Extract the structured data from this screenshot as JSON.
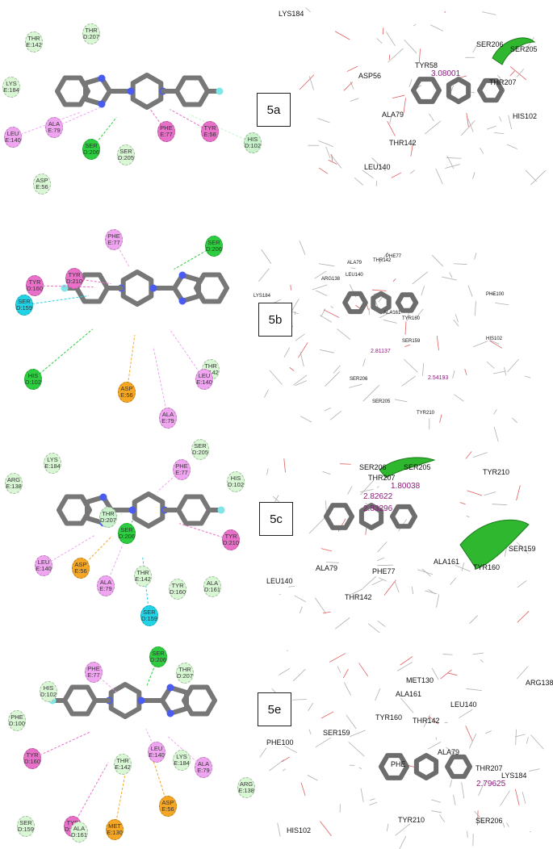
{
  "colors": {
    "conventional_hbond": "#2ecc40",
    "carbon_hbond": "#c9f2cc",
    "pi_alkyl": "#f0a5f0",
    "pi_pi_tshaped": "#e870c8",
    "salt_bridge": "#f5a623",
    "halogen": "#22d3e6",
    "pi_sigma": "#b06ad8",
    "vdw": "#d9f7d4",
    "bond": "#777777",
    "nitrogen": "#4a5cf0",
    "fluorine": "#7fe7e7",
    "distance_label": "#8b1a7b"
  },
  "panels": [
    {
      "tag": "5a",
      "residues2d": [
        {
          "l1": "THR",
          "l2": "E:142",
          "type": "vdw"
        },
        {
          "l1": "THR",
          "l2": "D:207",
          "type": "vdw"
        },
        {
          "l1": "LYS",
          "l2": "E:184",
          "type": "vdw"
        },
        {
          "l1": "LEU",
          "l2": "E:140",
          "type": "pi_alkyl"
        },
        {
          "l1": "ALA",
          "l2": "E:79",
          "type": "pi_alkyl"
        },
        {
          "l1": "SER",
          "l2": "D:206",
          "type": "conventional_hbond"
        },
        {
          "l1": "SER",
          "l2": "D:205",
          "type": "vdw"
        },
        {
          "l1": "PHE",
          "l2": "E:77",
          "type": "pi_pi_tshaped"
        },
        {
          "l1": "TYR",
          "l2": "E:58",
          "type": "pi_pi_tshaped"
        },
        {
          "l1": "HIS",
          "l2": "D:102",
          "type": "carbon_hbond"
        },
        {
          "l1": "ASP",
          "l2": "E:56",
          "type": "vdw"
        }
      ],
      "labels3d": [
        "LYS184",
        "SER206",
        "SER205",
        "TYR58",
        "ASP56",
        "THR207",
        "HIS102",
        "ALA79",
        "THR142",
        "LEU140"
      ],
      "distances": [
        "3.08001"
      ]
    },
    {
      "tag": "5b",
      "residues2d": [
        {
          "l1": "PHE",
          "l2": "E:77",
          "type": "pi_alkyl"
        },
        {
          "l1": "SER",
          "l2": "D:206",
          "type": "conventional_hbond"
        },
        {
          "l1": "TYR",
          "l2": "D:160",
          "type": "pi_pi_tshaped"
        },
        {
          "l1": "TYR",
          "l2": "D:210",
          "type": "pi_pi_tshaped"
        },
        {
          "l1": "SER",
          "l2": "D:159",
          "type": "halogen"
        },
        {
          "l1": "HIS",
          "l2": "D:102",
          "type": "conventional_hbond"
        },
        {
          "l1": "ASP",
          "l2": "E:56",
          "type": "salt_bridge"
        },
        {
          "l1": "THR",
          "l2": "E:142",
          "type": "vdw"
        },
        {
          "l1": "ALA",
          "l2": "E:79",
          "type": "pi_alkyl"
        },
        {
          "l1": "LEU",
          "l2": "E:140",
          "type": "pi_alkyl"
        }
      ],
      "labels3d": [
        "ALA79",
        "THR142",
        "PHE77",
        "ARG138",
        "LEU140",
        "LYS184",
        "ALA161",
        "PHE100",
        "TYR160",
        "SER159",
        "HIS102",
        "SER206",
        "SER205",
        "TYR210"
      ],
      "distances": [
        "2.81137",
        "2.54193"
      ]
    },
    {
      "tag": "5c",
      "residues2d": [
        {
          "l1": "SER",
          "l2": "D:205",
          "type": "vdw"
        },
        {
          "l1": "LYS",
          "l2": "E:184",
          "type": "vdw"
        },
        {
          "l1": "PHE",
          "l2": "E:77",
          "type": "pi_alkyl"
        },
        {
          "l1": "ARG",
          "l2": "E:138",
          "type": "vdw"
        },
        {
          "l1": "HIS",
          "l2": "D:102",
          "type": "vdw"
        },
        {
          "l1": "THR",
          "l2": "D:207",
          "type": "carbon_hbond"
        },
        {
          "l1": "SER",
          "l2": "D:206",
          "type": "conventional_hbond"
        },
        {
          "l1": "TYR",
          "l2": "D:210",
          "type": "pi_pi_tshaped"
        },
        {
          "l1": "LEU",
          "l2": "E:140",
          "type": "pi_alkyl"
        },
        {
          "l1": "ASP",
          "l2": "E:56",
          "type": "salt_bridge"
        },
        {
          "l1": "ALA",
          "l2": "E:79",
          "type": "pi_alkyl"
        },
        {
          "l1": "THR",
          "l2": "E:142",
          "type": "vdw"
        },
        {
          "l1": "TYR",
          "l2": "D:160",
          "type": "vdw"
        },
        {
          "l1": "ALA",
          "l2": "D:161",
          "type": "vdw"
        },
        {
          "l1": "SER",
          "l2": "D:159",
          "type": "halogen"
        }
      ],
      "labels3d": [
        "SER206",
        "SER205",
        "THR207",
        "TYR210",
        "LEU140",
        "ALA79",
        "PHE77",
        "ALA161",
        "SER159",
        "TYR160",
        "THR142"
      ],
      "distances": [
        "1.80038",
        "2.82622",
        "2.83296"
      ]
    },
    {
      "tag": "5e",
      "residues2d": [
        {
          "l1": "SER",
          "l2": "D:206",
          "type": "conventional_hbond"
        },
        {
          "l1": "PHE",
          "l2": "E:77",
          "type": "pi_alkyl"
        },
        {
          "l1": "THR",
          "l2": "D:207",
          "type": "vdw"
        },
        {
          "l1": "HIS",
          "l2": "D:102",
          "type": "vdw"
        },
        {
          "l1": "PHE",
          "l2": "D:100",
          "type": "vdw"
        },
        {
          "l1": "TYR",
          "l2": "D:160",
          "type": "pi_pi_tshaped"
        },
        {
          "l1": "LEU",
          "l2": "E:140",
          "type": "pi_alkyl"
        },
        {
          "l1": "LYS",
          "l2": "E:184",
          "type": "vdw"
        },
        {
          "l1": "ALA",
          "l2": "E:79",
          "type": "pi_alkyl"
        },
        {
          "l1": "THR",
          "l2": "E:142",
          "type": "vdw"
        },
        {
          "l1": "ARG",
          "l2": "E:138",
          "type": "vdw"
        },
        {
          "l1": "SER",
          "l2": "D:159",
          "type": "vdw"
        },
        {
          "l1": "TYR",
          "l2": "D:210",
          "type": "pi_pi_tshaped"
        },
        {
          "l1": "ASP",
          "l2": "E:56",
          "type": "salt_bridge"
        },
        {
          "l1": "ALA",
          "l2": "D:161",
          "type": "vdw"
        },
        {
          "l1": "MET",
          "l2": "E:130",
          "type": "salt_bridge"
        }
      ],
      "labels3d": [
        "ARG138",
        "MET130",
        "ALA161",
        "LEU140",
        "THR142",
        "TYR160",
        "PHE100",
        "SER159",
        "ALA79",
        "THR207",
        "LYS184",
        "SER206",
        "TYR210",
        "HIS102",
        "PHE"
      ],
      "distances": [
        "2.79625"
      ]
    }
  ]
}
